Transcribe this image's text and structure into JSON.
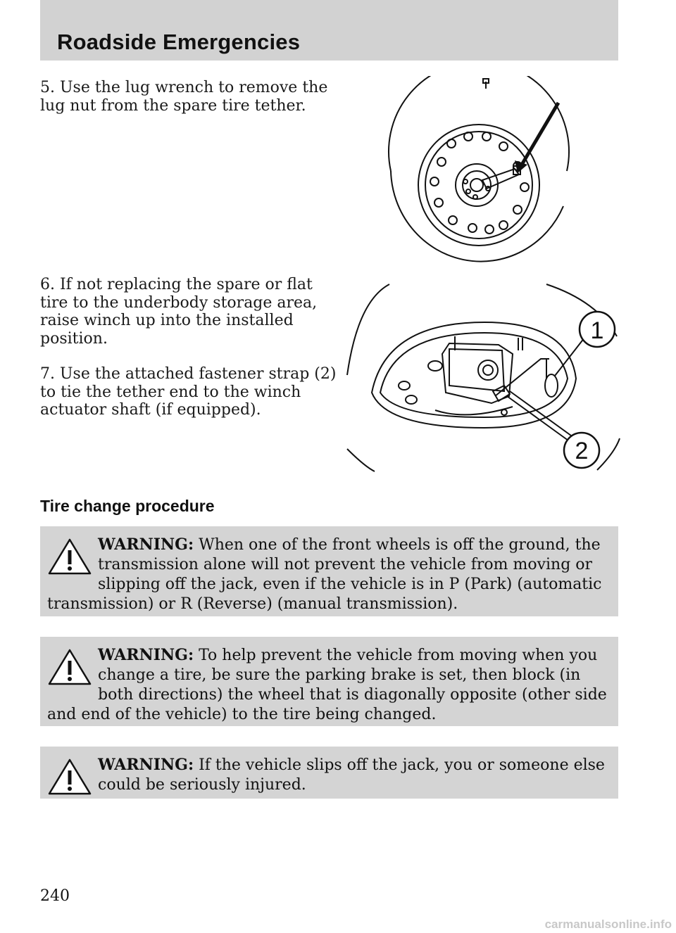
{
  "header": {
    "title": "Roadside Emergencies"
  },
  "steps": [
    {
      "text": "5. Use the lug wrench to remove the lug nut from the spare tire tether."
    },
    {
      "text": "6. If not replacing the spare or flat tire to the underbody storage area, raise winch up into the installed position."
    },
    {
      "text": "7. Use the attached fastener strap (2) to tie the tether end to the winch actuator shaft (if equipped)."
    }
  ],
  "figure2": {
    "callout_1": "1",
    "callout_2": "2"
  },
  "section": {
    "heading": "Tire change procedure"
  },
  "warnings": [
    {
      "label": "WARNING:",
      "text": "When one of the front wheels is off the ground, the transmission alone will not prevent the vehicle from moving or slipping off the jack, even if the vehicle is in P (Park) (automatic transmission) or R (Reverse) (manual transmission)."
    },
    {
      "label": "WARNING:",
      "text": "To help prevent the vehicle from moving when you change a tire, be sure the parking brake is set, then block (in both directions) the wheel that is diagonally opposite (other side and end of the vehicle) to the tire being changed."
    },
    {
      "label": "WARNING:",
      "text": "If the vehicle slips off the jack, you or someone else could be seriously injured."
    }
  ],
  "footer": {
    "page_number": "240",
    "watermark": "carmanualsonline.info"
  },
  "colors": {
    "header_bg": "#d2d2d2",
    "warning_bg": "#d4d4d4"
  }
}
